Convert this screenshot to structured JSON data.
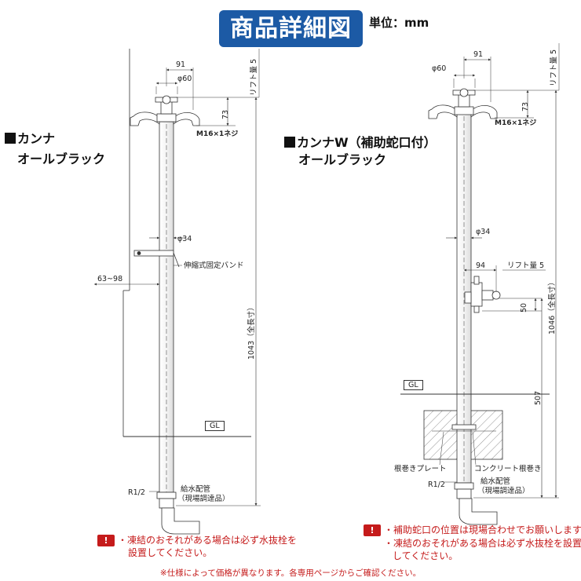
{
  "header": {
    "title": "商品詳細図",
    "unit": "単位：mm"
  },
  "left_product": {
    "title_line1": "カンナ",
    "title_line2": "オールブラック",
    "dims": {
      "width_91": "91",
      "dia_60": "φ60",
      "lift": "リフト量 5",
      "h_73": "73",
      "thread": "M16×1ネジ",
      "dia_34": "φ34",
      "band": "伸縮式固定バンド",
      "range": "63~98",
      "total": "1043（全長寸）",
      "gl": "GL",
      "r12": "R1/2",
      "supply_1": "給水配管",
      "supply_2": "（現場調達品）"
    }
  },
  "right_product": {
    "title_line1": "カンナW（補助蛇口付）",
    "title_line2": "オールブラック",
    "dims": {
      "width_91": "91",
      "dia_60": "φ60",
      "lift": "リフト量 5",
      "h_73": "73",
      "thread": "M16×1ネジ",
      "dia_34": "φ34",
      "width_94": "94",
      "lift2": "リフト量 5",
      "h_50": "50",
      "total": "1046（全長寸）",
      "gl": "GL",
      "h_507": "507",
      "plate": "根巻きプレート",
      "concrete": "コンクリート根巻き",
      "r12": "R1/2",
      "supply_1": "給水配管",
      "supply_2": "（現場調達品）"
    }
  },
  "warnings": {
    "left_line1": "・凍結のおそれがある場合は必ず水抜栓を",
    "left_line2": "設置してください。",
    "right_line1": "・補助蛇口の位置は現場合わせでお願いします。",
    "right_line2": "・凍結のおそれがある場合は必ず水抜栓を設置",
    "right_line3": "してください。",
    "icon_text": "!"
  },
  "footer": "※仕様によって価格が異なります。各専用ページからご確認ください。",
  "colors": {
    "title_badge": "#1c5aa5",
    "warning": "#c51b1b",
    "line": "#333333"
  }
}
